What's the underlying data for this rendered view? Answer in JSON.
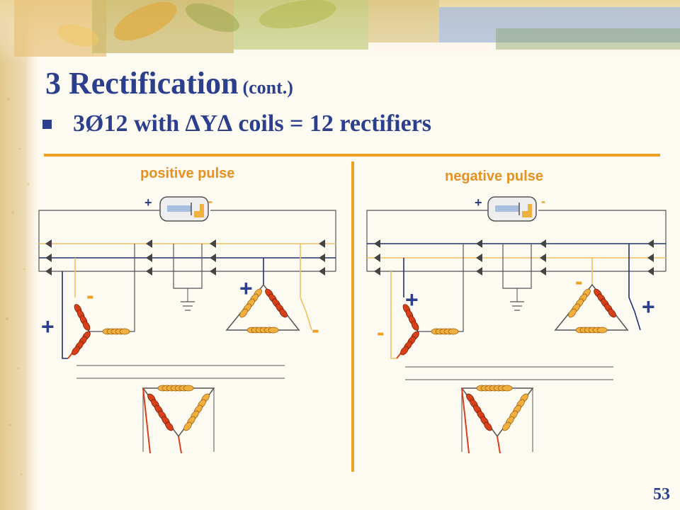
{
  "title": {
    "main": "3 Rectification",
    "suffix": "(cont.)"
  },
  "bullet": {
    "text": "3Ø12  with ∆Y∆ coils = 12 rectifiers"
  },
  "positive": {
    "label": "positive pulse",
    "load_plus": "+",
    "load_minus": "-",
    "sign_plus_left": "+",
    "sign_minus_left": "-",
    "sign_plus_right": "+",
    "sign_minus_right": "-"
  },
  "negative": {
    "label": "negative pulse",
    "load_plus": "+",
    "load_minus": "-",
    "sign_plus_left": "+",
    "sign_minus_left": "-",
    "sign_plus_right": "+",
    "sign_minus_right": "-"
  },
  "page_number": "53",
  "colors": {
    "title": "#2b3f8c",
    "accent_orange": "#f0a020",
    "pulse_label": "#e8911e",
    "wire_navy": "#1f2f73",
    "wire_yellow": "#f0c060",
    "coil_red": "#d8401a",
    "coil_yellow": "#f0b040",
    "primary_red": "#d8401a",
    "arrow_gray": "#444444"
  }
}
